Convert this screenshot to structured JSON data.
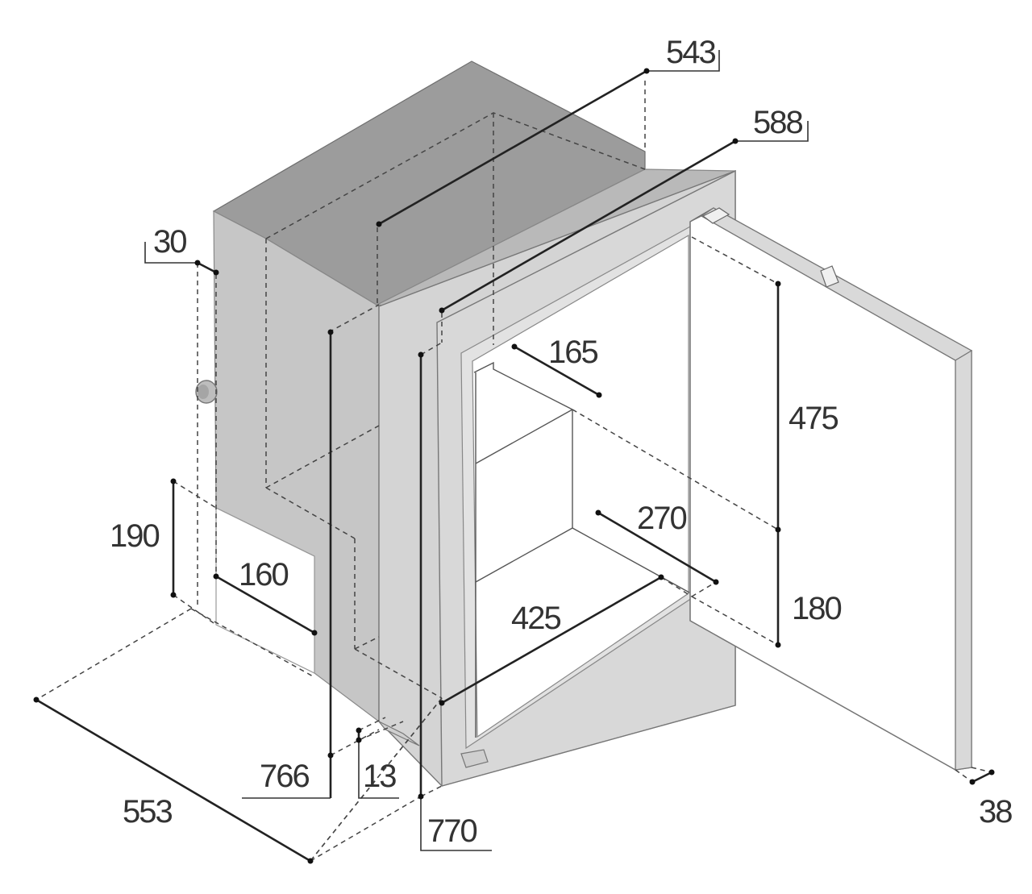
{
  "dimensions": {
    "d543": "543",
    "d588": "588",
    "d30": "30",
    "d165": "165",
    "d475": "475",
    "d270": "270",
    "d180": "180",
    "d190": "190",
    "d160": "160",
    "d425": "425",
    "d766": "766",
    "d13": "13",
    "d553": "553",
    "d770": "770",
    "d38": "38"
  },
  "colors": {
    "body_top": "#9c9c9c",
    "body_side": "#c6c6c6",
    "frame": "#d8d8d8",
    "door": "#e4e4e4",
    "interior": "#ffffff",
    "line": "#222222"
  }
}
